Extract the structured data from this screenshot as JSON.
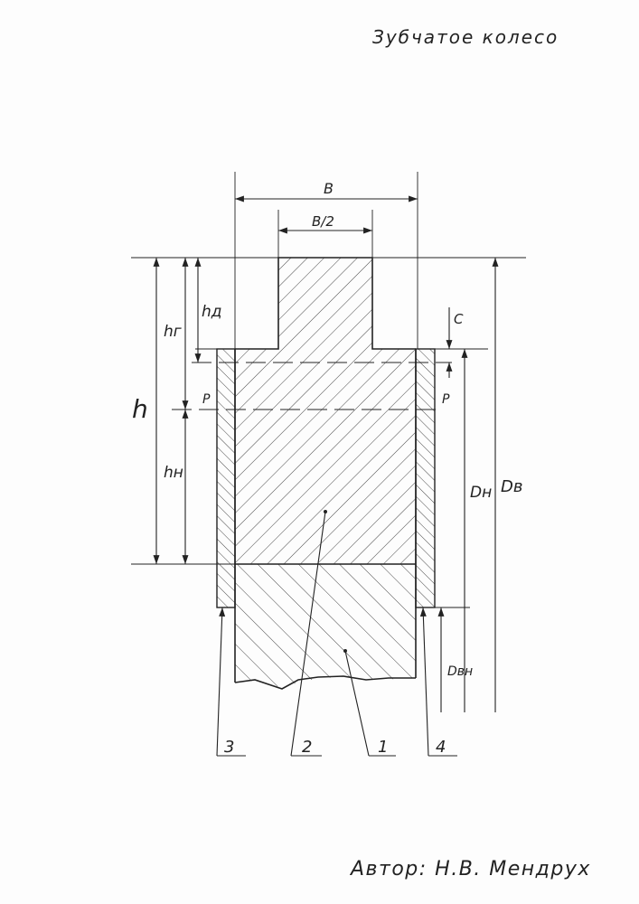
{
  "title": "Зубчатое колесо",
  "author_line": "Автор: Н.В. Мендрух",
  "dimensions": {
    "B": "B",
    "B_half": "B/2",
    "h": "h",
    "h_d": "hд",
    "h_g": "hг",
    "h_n": "hн",
    "C": "C",
    "P_left": "P",
    "P_right": "P",
    "D_n": "Dн",
    "D_v": "Dв",
    "D_vn": "Dвн"
  },
  "part_labels": [
    "3",
    "2",
    "1",
    "4"
  ]
}
